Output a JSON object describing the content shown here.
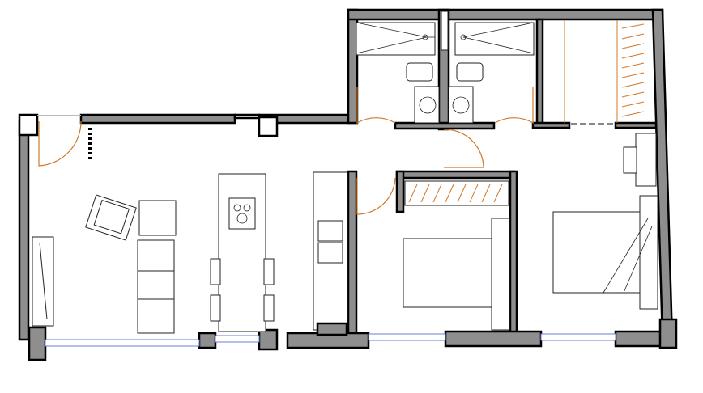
{
  "plan": {
    "colors": {
      "wall_fill": "#8e8e8e",
      "wall_outline": "#000000",
      "door_swing": "#d2782a",
      "window": "#6a7fd8",
      "background": "#ffffff"
    },
    "rooms": [
      "living-room",
      "kitchen",
      "bathroom-1",
      "bathroom-2",
      "walk-in-closet",
      "bedroom-1",
      "bedroom-2"
    ]
  }
}
